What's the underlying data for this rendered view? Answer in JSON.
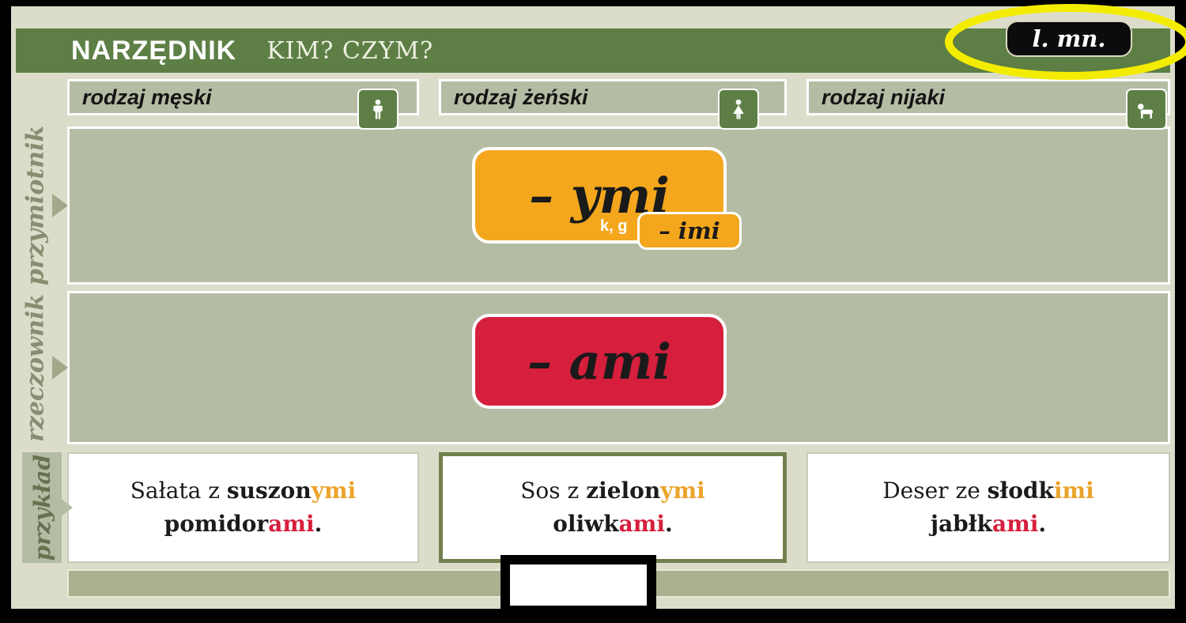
{
  "header": {
    "title": "NARZĘDNIK",
    "question": "KIM? CZYM?",
    "badge_label": "l. mn."
  },
  "columns": [
    {
      "label": "rodzaj męski",
      "icon": "man-icon"
    },
    {
      "label": "rodzaj żeński",
      "icon": "woman-icon"
    },
    {
      "label": "rodzaj nijaki",
      "icon": "baby-icon"
    }
  ],
  "rows": {
    "adjective_label": "przymiotnik",
    "noun_label": "rzeczownik",
    "example_label": "przykład"
  },
  "adjective": {
    "main_ending": "– ymi",
    "exception_letters": "k, g",
    "exception_ending": "– imi"
  },
  "noun": {
    "main_ending": "– ami"
  },
  "examples": [
    {
      "line1": [
        {
          "text": "Sałata z ",
          "style": "plain"
        },
        {
          "text": "suszon",
          "style": "stem"
        },
        {
          "text": "ymi",
          "style": "adjective-ending"
        }
      ],
      "line2": [
        {
          "text": "pomidor",
          "style": "stem"
        },
        {
          "text": "ami",
          "style": "noun-ending"
        },
        {
          "text": ".",
          "style": "stem"
        }
      ]
    },
    {
      "line1": [
        {
          "text": "Sos z ",
          "style": "plain"
        },
        {
          "text": "zielon",
          "style": "stem"
        },
        {
          "text": "ymi",
          "style": "adjective-ending"
        }
      ],
      "line2": [
        {
          "text": "oliwk",
          "style": "stem"
        },
        {
          "text": "ami",
          "style": "noun-ending"
        },
        {
          "text": ".",
          "style": "stem"
        }
      ]
    },
    {
      "line1": [
        {
          "text": "Deser ze ",
          "style": "plain"
        },
        {
          "text": "słodk",
          "style": "stem"
        },
        {
          "text": "imi",
          "style": "adjective-ending"
        }
      ],
      "line2": [
        {
          "text": "jabłk",
          "style": "stem"
        },
        {
          "text": "ami",
          "style": "noun-ending"
        },
        {
          "text": ".",
          "style": "stem"
        }
      ]
    }
  ],
  "colors": {
    "header_green": "#5d7f45",
    "panel_green": "#b5bca4",
    "page_background": "#dbddca",
    "ending_orange": "#f4a71d",
    "ending_red": "#d51f3c",
    "highlight_yellow": "#f4ec00",
    "example_highlight_border": "#72804f",
    "badge_black": "#0c0c0c"
  }
}
